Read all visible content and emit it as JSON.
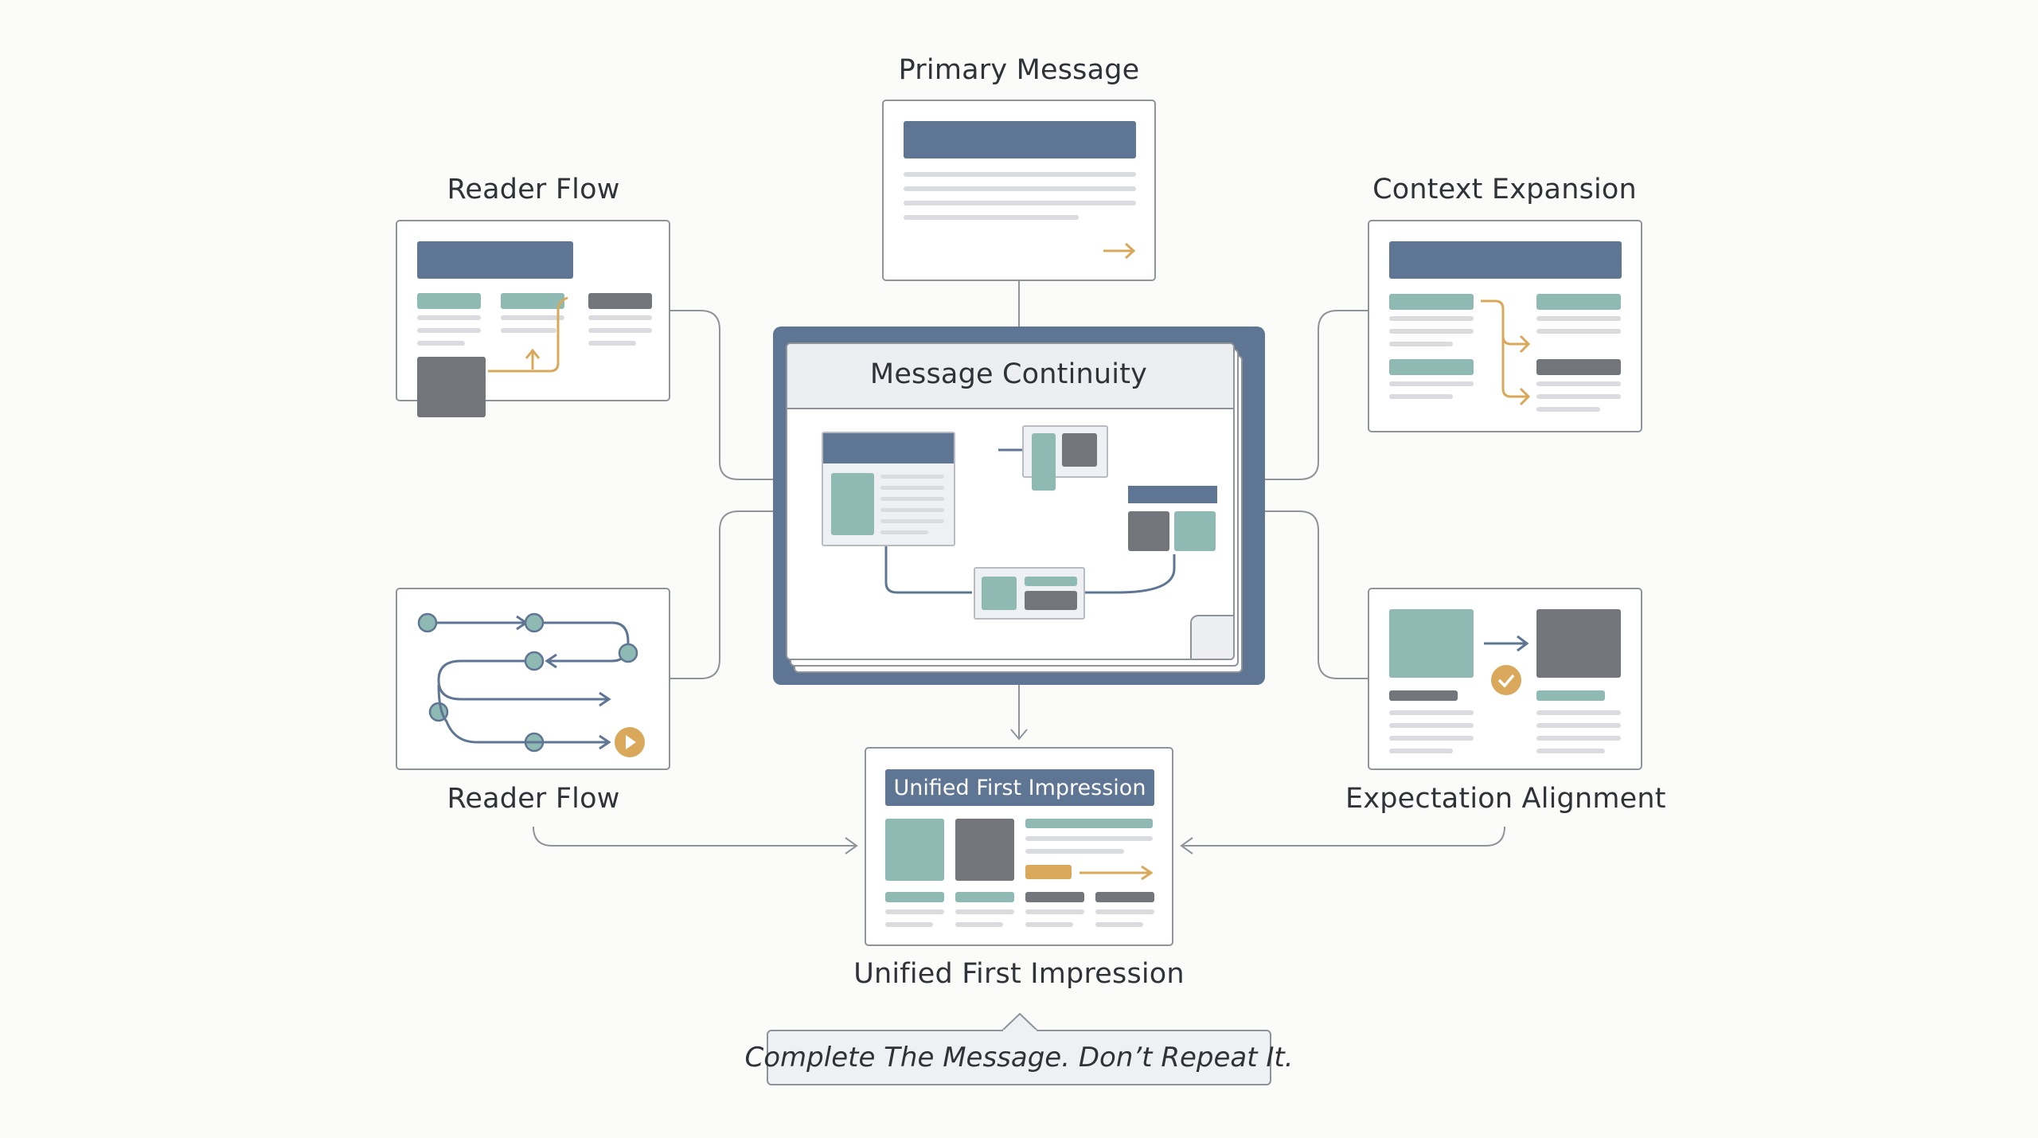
{
  "labels": {
    "primary_message": "Primary Message",
    "reader_flow_top": "Reader Flow",
    "context_expansion": "Context Expansion",
    "message_continuity": "Message Continuity",
    "reader_flow_bottom": "Reader Flow",
    "expectation_alignment": "Expectation Alignment",
    "unified_card_header": "Unified First Impression",
    "unified_caption": "Unified First Impression",
    "tagline": "Complete The Message. Don’t Repeat It."
  },
  "colors": {
    "navy": "#5f7594",
    "teal": "#8fbab4",
    "dark_gray": "#727579",
    "accent_gold": "#d9a85a",
    "connector": "#8f939a"
  },
  "icons": {
    "arrow": "arrow-right-icon",
    "play": "play-icon",
    "check": "check-icon"
  }
}
